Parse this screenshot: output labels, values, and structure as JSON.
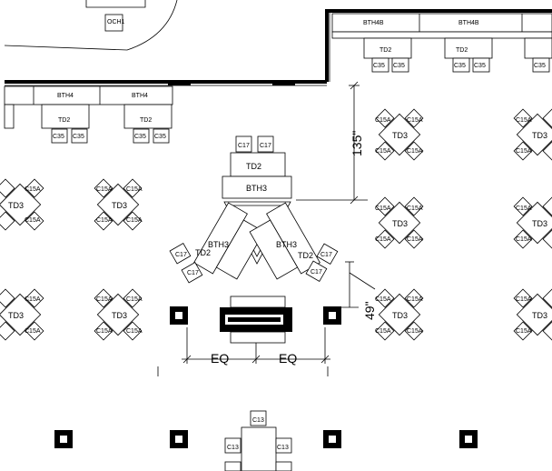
{
  "plan": {
    "labels": {
      "td2": "TD2",
      "td3": "TD3",
      "bth3": "BTH3",
      "bth4": "BTH4",
      "bth4b": "BTH4B",
      "c35": "C35",
      "c15a": "C15A",
      "c17": "C17",
      "c13": "C13",
      "och1": "OCH1"
    },
    "dimensions": {
      "vertical_135": "135\"",
      "diag_49": "49\"",
      "eq": "EQ"
    },
    "symbols": {
      "column": "square-column-symbol",
      "table": "desk-symbol",
      "chair": "chair-symbol"
    }
  }
}
